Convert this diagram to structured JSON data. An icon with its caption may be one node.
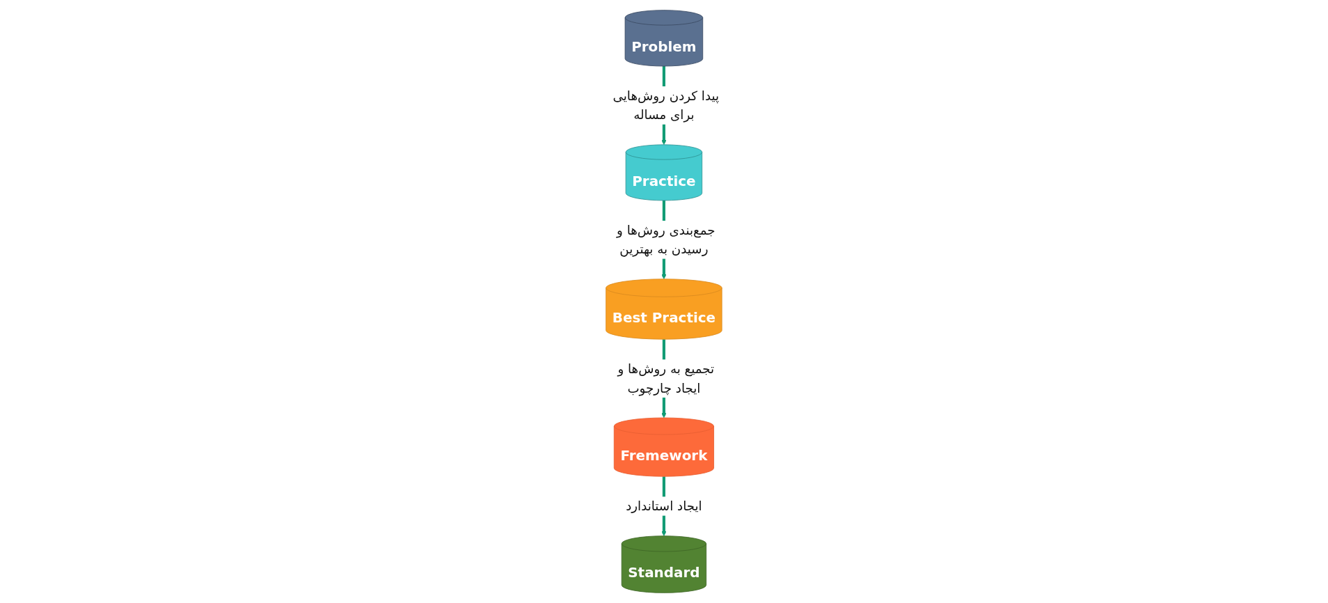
{
  "diagram": {
    "nodes": [
      {
        "text": [
          "Problem"
        ]
      },
      {
        "text": [
          "Practice"
        ]
      },
      {
        "text": [
          "Best Practice"
        ]
      },
      {
        "text": [
          "Fremework"
        ]
      },
      {
        "text": [
          "Standard"
        ]
      }
    ],
    "edges": [
      {
        "from": 0,
        "to": 1,
        "arrow": "to",
        "label": "پیدا کردن روش‌هایی برای مساله"
      },
      {
        "from": 1,
        "to": 2,
        "arrow": "to",
        "label": "جمع‌بندی روش‌ها و رسیدن به بهترین"
      },
      {
        "from": 2,
        "to": 3,
        "arrow": "to",
        "label": "تجمیع به روش‌ها و ایجاد چارچوب"
      },
      {
        "from": 3,
        "to": 4,
        "arrow": "to",
        "label": "ایجاد استاندارد"
      }
    ]
  }
}
